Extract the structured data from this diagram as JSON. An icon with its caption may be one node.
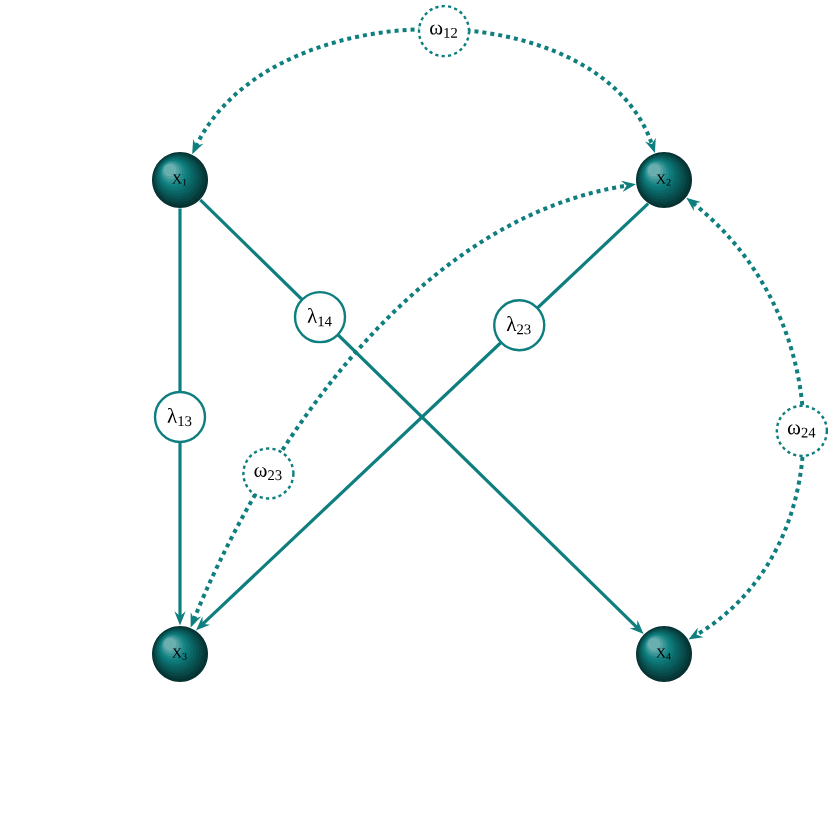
{
  "diagram": {
    "nodes": [
      {
        "text": [
          "X$_{1}$"
        ]
      },
      {
        "text": [
          "X$_{2}$"
        ]
      },
      {
        "text": [
          "X$_{3}$"
        ]
      },
      {
        "text": [
          "X$_{4}$"
        ]
      }
    ],
    "edges": [
      {
        "from": 0,
        "to": 1,
        "arrow": "both",
        "style": "dashed",
        "label": "ω$_{12}$"
      },
      {
        "from": 0,
        "to": 2,
        "arrow": "to",
        "label": "λ$_{13}$"
      },
      {
        "from": 0,
        "to": 3,
        "arrow": "to",
        "label": "λ$_{14}$"
      },
      {
        "from": 1,
        "to": 2,
        "arrow": "to",
        "label": "λ$_{23}$"
      },
      {
        "from": 2,
        "to": 1,
        "arrow": "both",
        "style": "dashed",
        "label": "ω$_{23}$"
      },
      {
        "from": 1,
        "to": 3,
        "arrow": "both",
        "style": "dashed",
        "label": "ω$_{24}$"
      }
    ]
  }
}
